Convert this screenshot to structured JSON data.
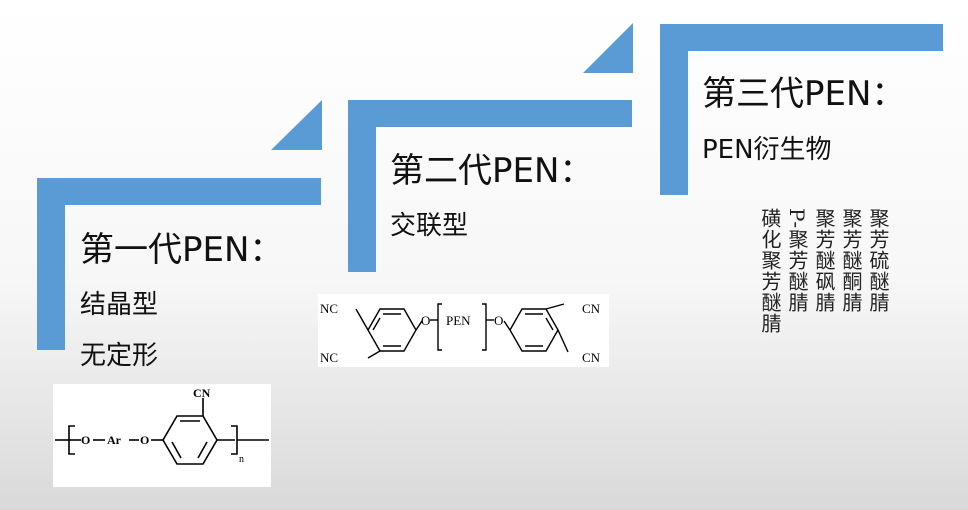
{
  "stages": [
    {
      "title": "第一代PEN：",
      "lines": [
        "结晶型",
        "无定形"
      ]
    },
    {
      "title": "第二代PEN：",
      "lines": [
        "交联型"
      ]
    },
    {
      "title": "第三代PEN：",
      "lines": [
        "PEN衍生物"
      ]
    }
  ],
  "structures": {
    "gen1": {
      "cn": "CN",
      "o1": "O",
      "ar": "Ar",
      "o2": "O",
      "n": "n"
    },
    "gen2": {
      "nc_tl": "NC",
      "nc_bl": "NC",
      "o_l": "O",
      "pen": "PEN",
      "o_r": "O",
      "cn_tr": "CN",
      "cn_br": "CN"
    }
  },
  "derivatives": [
    "聚芳硫醚腈",
    "聚芳醚酮腈",
    "聚芳醚砜腈",
    "P-聚芳醚腈",
    "磺化聚芳醚腈"
  ],
  "colors": {
    "accent": "#5b9bd5"
  }
}
